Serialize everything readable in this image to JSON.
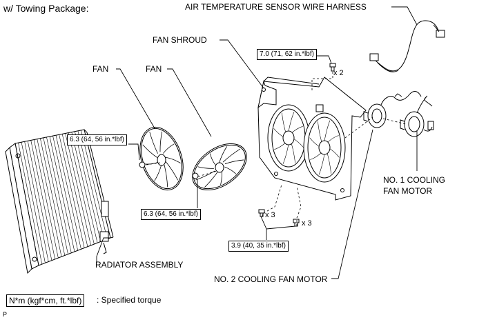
{
  "header": {
    "title": "w/ Towing Package:"
  },
  "labels": {
    "air_temp_harness": "AIR TEMPERATURE SENSOR WIRE HARNESS",
    "fan_shroud": "FAN SHROUD",
    "fan_left": "FAN",
    "fan_right": "FAN",
    "no1_motor_line1": "NO. 1 COOLING",
    "no1_motor_line2": "FAN MOTOR",
    "radiator": "RADIATOR ASSEMBLY",
    "no2_motor": "NO. 2 COOLING FAN MOTOR"
  },
  "torques": {
    "shroud_top": "7.0 (71, 62 in.*lbf)",
    "fan_left": "6.3 (64, 56 in.*lbf)",
    "fan_right": "6.3 (64, 56 in.*lbf)",
    "shroud_bottom": "3.9 (40, 35 in.*lbf)"
  },
  "multipliers": {
    "top": "x 2",
    "bottom_left": "x 3",
    "bottom_right": "x 3"
  },
  "legend": {
    "box": "N*m (kgf*cm, ft.*lbf)",
    "text": ": Specified torque"
  },
  "footer": {
    "mark": "P"
  }
}
